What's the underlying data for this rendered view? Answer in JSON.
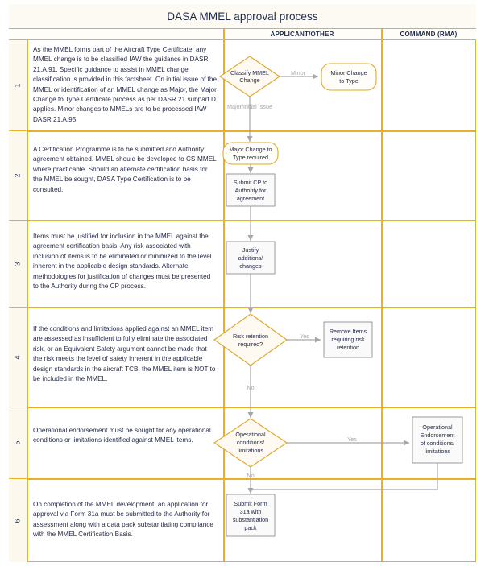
{
  "title": "DASA MMEL approval process",
  "lanes": {
    "applicant": "APPLICANT/OTHER",
    "command": "COMMAND (RMA)"
  },
  "colors": {
    "frame": "#E8B024",
    "decision_border": "#DFA526",
    "decision_fill": "#FEFAF2",
    "terminator_border": "#E0A827",
    "process_border": "#9A9A9A",
    "process_fill": "#FAFAFA",
    "connector": "#A6A6A6",
    "text": "#262B48",
    "numcell_fill": "#FDF8EE"
  },
  "rows": [
    {
      "number": "1",
      "text": "As the MMEL forms part of the Aircraft Type Certificate, any MMEL change is to be classified IAW the guidance in DASR 21.A.91. Specific guidance to assist in MMEL change classification is provided in this factsheet. On initial issue of the MMEL or identification of an MMEL change as Major, the Major Change to Type Certificate process as per DASR 21 subpart D applies. Minor changes to MMELs are to be processed IAW DASR 21.A.95."
    },
    {
      "number": "2",
      "text": "A Certification Programme is to be submitted and Authority agreement obtained. MMEL should be developed to CS-MMEL where practicable. Should an alternate certification basis for the MMEL be sought, DASA Type Certification is to be consulted."
    },
    {
      "number": "3",
      "text": "Items must be justified for inclusion in the MMEL against the agreement certification basis. Any risk associated with inclusion of items is to be eliminated or minimized to the level inherent in the applicable design standards. Alternate methodologies for justification of changes must be presented to the Authority during the CP process."
    },
    {
      "number": "4",
      "text": "If the conditions and limitations applied against an MMEL item are assessed as insufficient to fully eliminate the associated risk, or an Equivalent Safety argument cannot be made that the risk meets the level of safety inherent in the applicable design standards in the aircraft TCB, the MMEL item is NOT to be included in the MMEL."
    },
    {
      "number": "5",
      "text": "Operational endorsement must be sought for any operational conditions or limitations identified against MMEL items."
    },
    {
      "number": "6",
      "text": "On completion of the MMEL development, an application for approval via Form 31a must be submitted to the Authority for assessment along with a data pack substantiating compliance with the MMEL Certification Basis."
    }
  ],
  "flow": {
    "nodes": [
      {
        "id": "classify",
        "shape": "decision",
        "lane": "applicant",
        "lines": [
          "Classify MMEL",
          "Change"
        ]
      },
      {
        "id": "minor",
        "shape": "terminator",
        "lane": "applicant",
        "lines": [
          "Minor Change",
          "to Type"
        ]
      },
      {
        "id": "majorreq",
        "shape": "terminator",
        "lane": "applicant",
        "lines": [
          "Major Change to",
          "Type required"
        ]
      },
      {
        "id": "submitcp",
        "shape": "process",
        "lane": "applicant",
        "lines": [
          "Submit CP to",
          "Authority for",
          "agreement"
        ]
      },
      {
        "id": "justify",
        "shape": "process",
        "lane": "applicant",
        "lines": [
          "Justify",
          "additions/",
          "changes"
        ]
      },
      {
        "id": "riskdec",
        "shape": "decision",
        "lane": "applicant",
        "lines": [
          "Risk retention",
          "required?"
        ]
      },
      {
        "id": "removerisk",
        "shape": "process",
        "lane": "applicant",
        "lines": [
          "Remove Items",
          "requiring risk",
          "retention"
        ]
      },
      {
        "id": "opsdec",
        "shape": "decision",
        "lane": "applicant",
        "lines": [
          "Operational",
          "conditions/",
          "limitations"
        ]
      },
      {
        "id": "opsend",
        "shape": "process",
        "lane": "command",
        "lines": [
          "Operational",
          "Endorsement",
          "of conditions/",
          "limitations"
        ]
      },
      {
        "id": "form31a",
        "shape": "process",
        "lane": "applicant",
        "lines": [
          "Submit Form",
          "31a with",
          "substantiation",
          "pack"
        ]
      }
    ],
    "edges": [
      {
        "from": "classify",
        "to": "minor",
        "label": "Minor"
      },
      {
        "from": "classify",
        "to": "majorreq",
        "label": "Major/Initial Issue"
      },
      {
        "from": "majorreq",
        "to": "submitcp",
        "label": ""
      },
      {
        "from": "submitcp",
        "to": "justify",
        "label": ""
      },
      {
        "from": "justify",
        "to": "riskdec",
        "label": ""
      },
      {
        "from": "riskdec",
        "to": "removerisk",
        "label": "Yes"
      },
      {
        "from": "riskdec",
        "to": "opsdec",
        "label": "No"
      },
      {
        "from": "opsdec",
        "to": "opsend",
        "label": "Yes"
      },
      {
        "from": "opsdec",
        "to": "form31a",
        "label": "No"
      },
      {
        "from": "opsend",
        "to": "form31a",
        "label": ""
      }
    ]
  }
}
